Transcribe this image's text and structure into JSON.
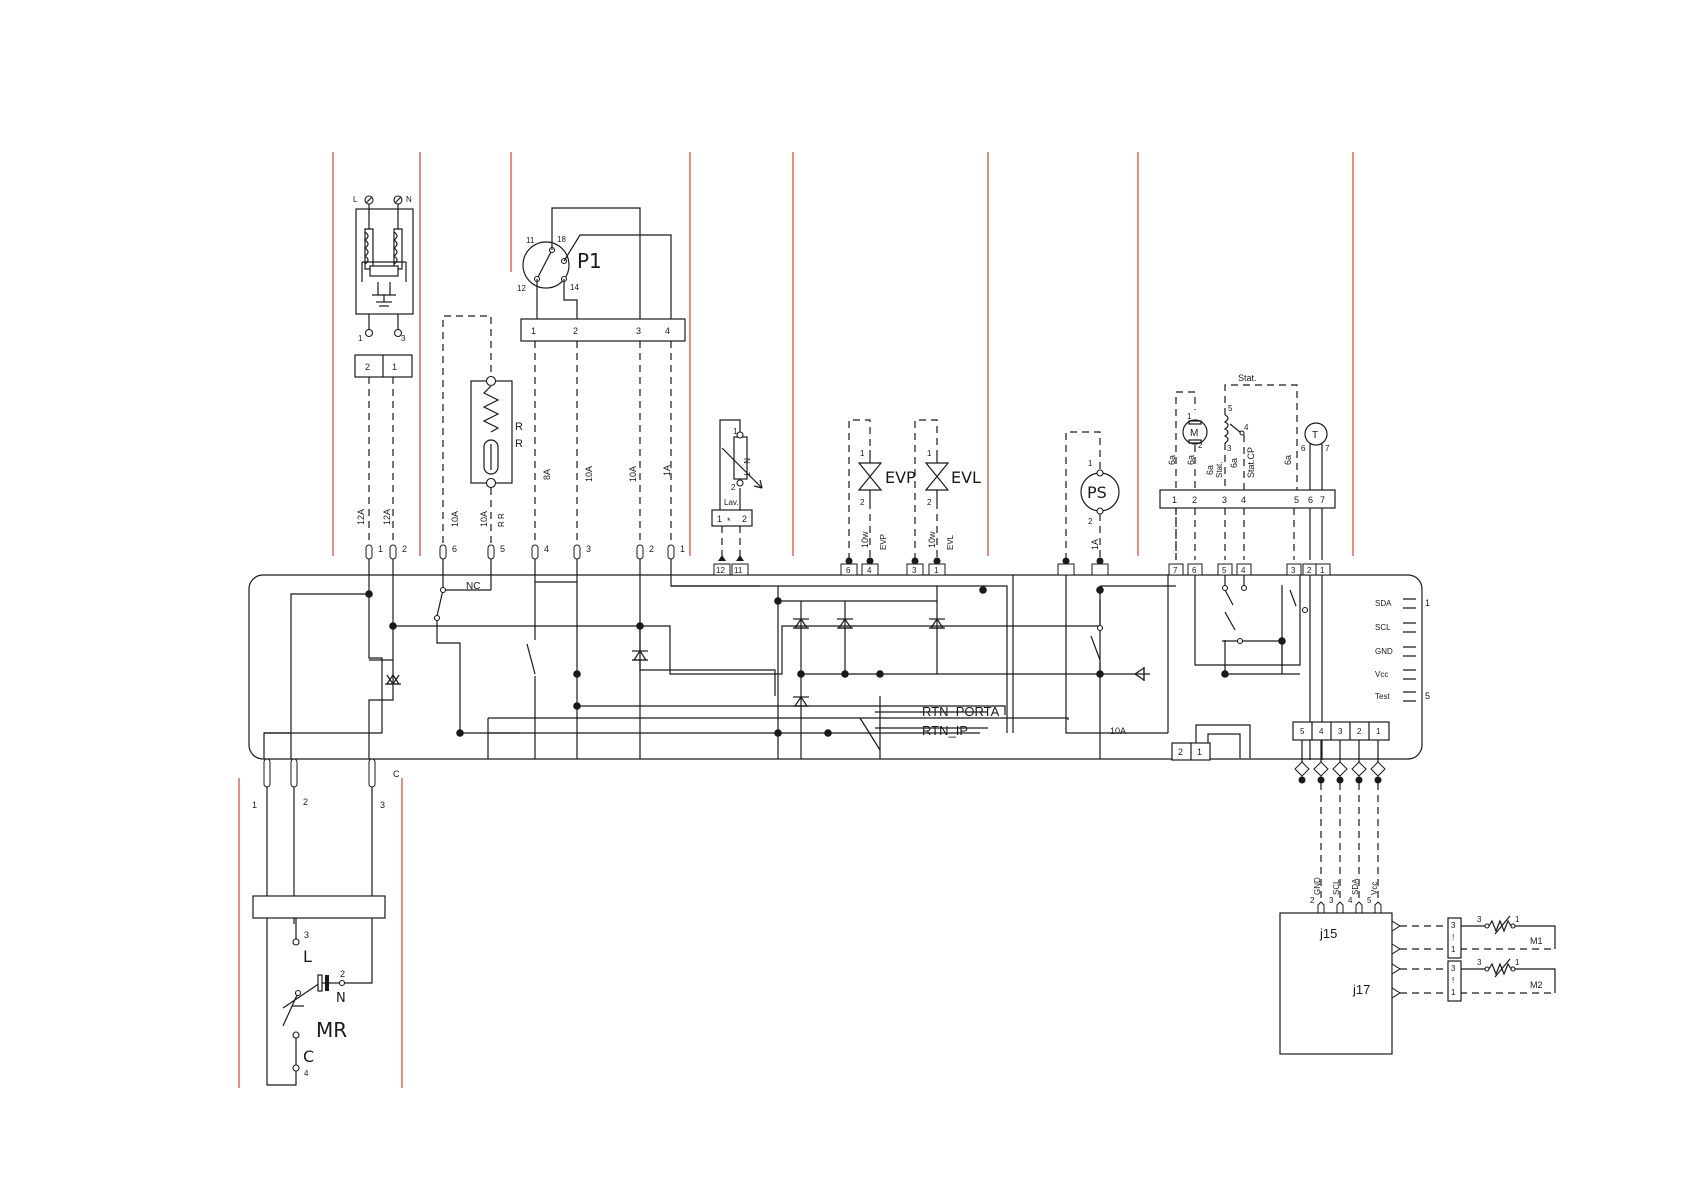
{
  "component_labels": {
    "p1": "P1",
    "p1_pins": [
      "11",
      "18",
      "12",
      "14"
    ],
    "rr": [
      "R",
      "R"
    ],
    "rr_small": "R R",
    "evp": "EVP",
    "evl": "EVL",
    "ps": "PS",
    "motor": "M",
    "thermo": "T",
    "stat": "Stat.",
    "stat_cp": "Stat.CP",
    "lav": "Lav.",
    "mr": "MR",
    "mr_l": "L",
    "mr_n": "N",
    "mr_c": "C",
    "j15": "j15",
    "j17": "j17",
    "m1": "M1",
    "m2": "M2",
    "nc": "NC",
    "rtn_porta": "RTN_PORTA",
    "rtn_ip": "RTN_IP",
    "c_label": "C",
    "dl_l": "L",
    "dl_n": "N"
  },
  "terminal_boxes": {
    "door_lock": [
      "2",
      "1"
    ],
    "pressostat": [
      "1",
      "2",
      "3",
      "4"
    ],
    "motor_conn": [
      "1",
      "2",
      "3",
      "4",
      "5",
      "6",
      "7"
    ],
    "bus": [
      "5",
      "4",
      "3",
      "2",
      "1"
    ],
    "small": [
      "2",
      "1"
    ]
  },
  "current_ratings": {
    "door_lock": [
      "12A",
      "12A"
    ],
    "heater": [
      "10A",
      "10A"
    ],
    "pressostat": [
      "8A",
      "10A",
      "10A",
      "1A"
    ],
    "valves": [
      "10w",
      "10w"
    ],
    "valve_names": [
      "EVP",
      "EVL"
    ],
    "pump": "1A",
    "motor": [
      "6a",
      "6a",
      "6a",
      "6a",
      "6a"
    ],
    "motor_small": [
      "Stat.",
      "Stat.CP"
    ],
    "internal": "10A"
  },
  "pin_numbers": {
    "top_connectors": [
      "1",
      "2",
      "6",
      "5",
      "4",
      "3",
      "2",
      "1",
      "12",
      "11",
      "6",
      "4",
      "3",
      "1",
      "7",
      "6",
      "5",
      "4",
      "3",
      "2",
      "1"
    ],
    "bottom_connectors": [
      "1",
      "2",
      "3"
    ],
    "mr": [
      "3",
      "2",
      "4"
    ],
    "dl_top": [
      "1",
      "3"
    ],
    "valve_ends": [
      "1",
      "2",
      "1",
      "2"
    ],
    "ps_ends": [
      "1",
      "2"
    ],
    "lav_box": [
      "1",
      "2"
    ],
    "lav_pins": [
      "1",
      "2",
      "N",
      "T"
    ],
    "motor_pins": [
      "1",
      "2",
      "5",
      "4",
      "3",
      "6",
      "7"
    ],
    "j_ports": [
      "2",
      "3",
      "4",
      "5"
    ],
    "m_ports": [
      "3",
      "1",
      "3",
      "1"
    ],
    "m_box": [
      "3",
      "1",
      "3",
      "1"
    ]
  },
  "bus_lines": [
    "SDA",
    "SCL",
    "GND",
    "Vcc",
    "Test"
  ],
  "bus_line_numbers": [
    "1",
    "5"
  ],
  "j_signals": [
    "GND",
    "SCL",
    "SDA",
    "Vcc"
  ],
  "colors": {
    "lines": "#1a1a1a",
    "dividers": "#d32f2f",
    "background": "#ffffff"
  }
}
